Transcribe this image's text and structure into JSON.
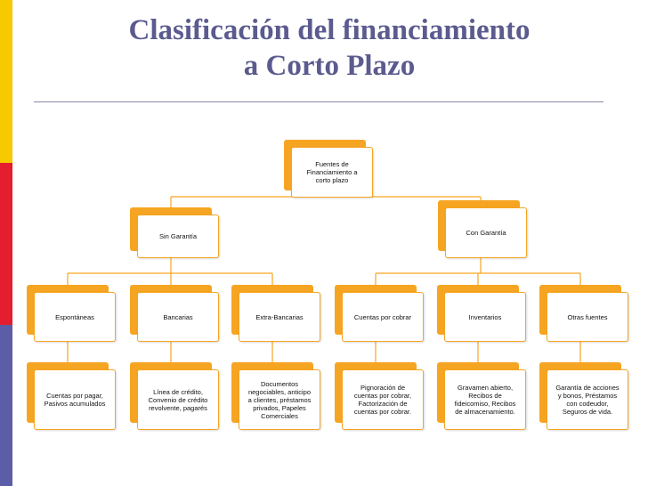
{
  "slide": {
    "title_line1": "Clasificación del financiamiento",
    "title_line2": "a Corto Plazo"
  },
  "diagram": {
    "root": {
      "label": "Fuentes de\nFinanciamiento a\ncorto plazo"
    },
    "groups": [
      {
        "label": "Sin Garantía"
      },
      {
        "label": "Con Garantía"
      }
    ],
    "categories": [
      {
        "label": "Espontáneas",
        "detail": "Cuentas por pagar,\nPasivos  acumulados"
      },
      {
        "label": "Bancarias",
        "detail": "Línea de crédito,\nConvenio de crédito\nrevolvente, pagarés"
      },
      {
        "label": "Extra-Bancarias",
        "detail": "Documentos\nnegociables, anticipo\na clientes, préstamos\nprivados, Papeles\nComerciales"
      },
      {
        "label": "Cuentas por cobrar",
        "detail": "Pignoración de\ncuentas por cobrar,\nFactorización de\ncuentas por cobrar."
      },
      {
        "label": "Inventarios",
        "detail": "Gravamen abierto,\nRecibos de\nfideicomiso, Recibos\nde almacenamiento."
      },
      {
        "label": "Otras fuentes",
        "detail": "Garantía de acciones\ny bonos, Préstamos\ncon codeudor,\nSeguros de vida."
      }
    ]
  },
  "colors": {
    "accent": "#f6a522",
    "title": "#5b5b8f",
    "bar_yellow": "#f7c900",
    "bar_red": "#e41d2f",
    "bar_blue": "#5b5ea6"
  }
}
